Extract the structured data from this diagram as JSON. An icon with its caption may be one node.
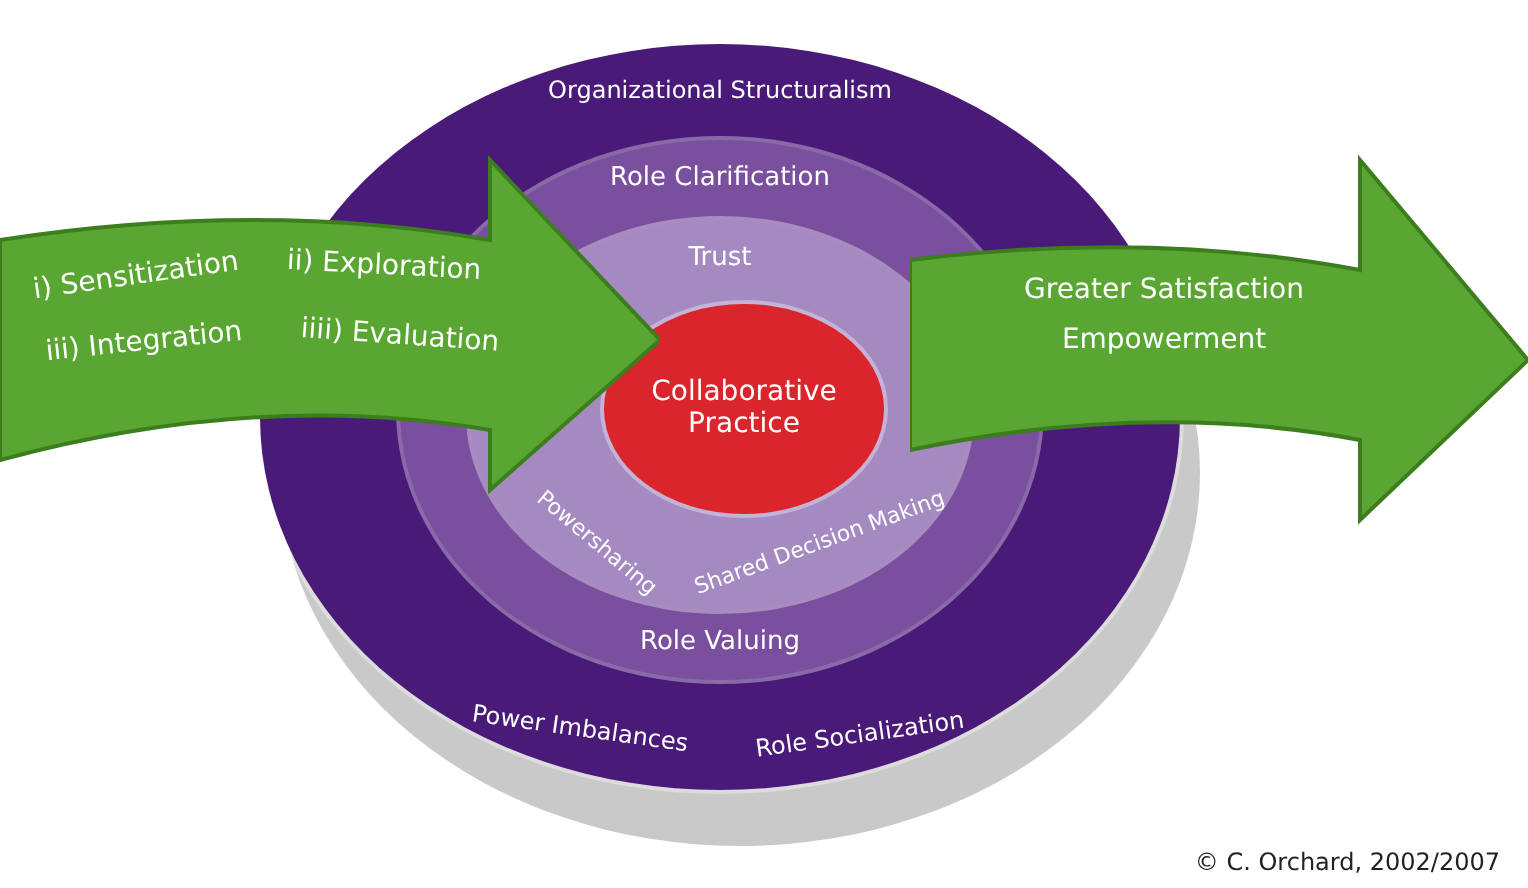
{
  "diagram": {
    "nodes": [
      {
        "text": [
          "Organizational Structuralism",
          "Power Imbalances",
          "Role Socialization"
        ]
      },
      {
        "text": [
          "Role Clarification",
          "Role Valuing"
        ],
        "in": 0
      },
      {
        "text": [
          "Trust",
          "Powersharing",
          "Shared Decision Making"
        ],
        "in": 1
      },
      {
        "text": [
          "Collaborative Practice"
        ],
        "in": 2
      },
      {
        "text": [
          "i) Sensitization",
          "ii) Exploration",
          "iii) Integration",
          "iiii) Evaluation"
        ]
      },
      {
        "text": [
          "Greater Satisfaction",
          "Empowerment"
        ]
      }
    ],
    "labels": [
      "© C. Orchard, 2002/2007"
    ]
  }
}
